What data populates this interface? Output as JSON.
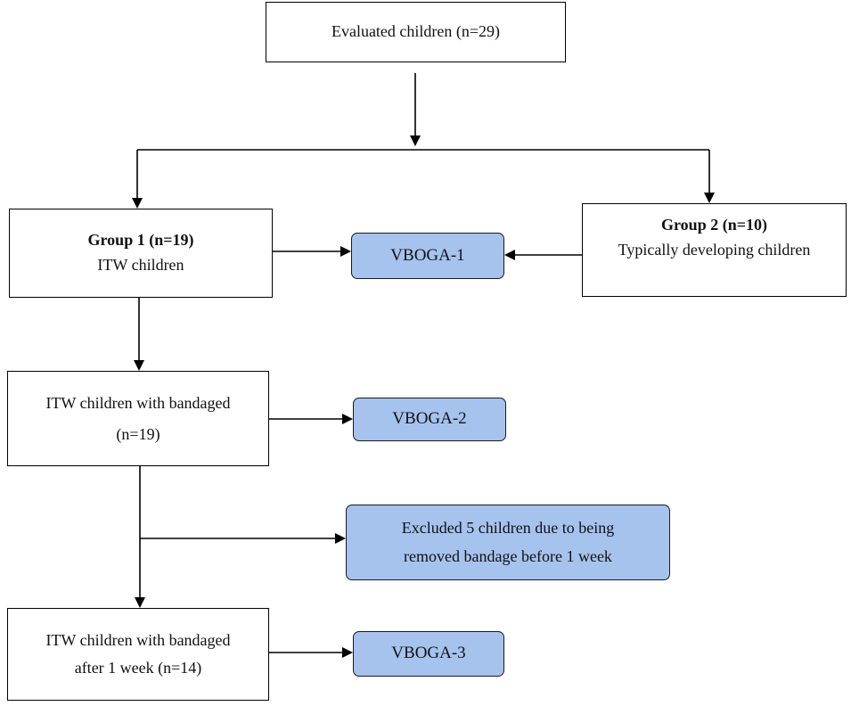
{
  "nodes": {
    "evaluated": {
      "label": "Evaluated children (n=29)"
    },
    "group1": {
      "title": "Group 1 (n=19)",
      "subtitle": "ITW children"
    },
    "group2": {
      "title": "Group 2 (n=10)",
      "subtitle": "Typically developing children"
    },
    "bandaged": {
      "line1": "ITW children with bandaged",
      "line2": "(n=19)"
    },
    "bandaged_week": {
      "line1": "ITW children with bandaged",
      "line2": "after 1 week (n=14)"
    }
  },
  "outcomes": {
    "vboga1": "VBOGA-1",
    "vboga2": "VBOGA-2",
    "vboga3": "VBOGA-3",
    "excluded": {
      "line1": "Excluded 5 children due to being",
      "line2": "removed bandage before 1 week"
    }
  },
  "colors": {
    "outcome_fill": "#a6c3ee",
    "border": "#000000"
  }
}
